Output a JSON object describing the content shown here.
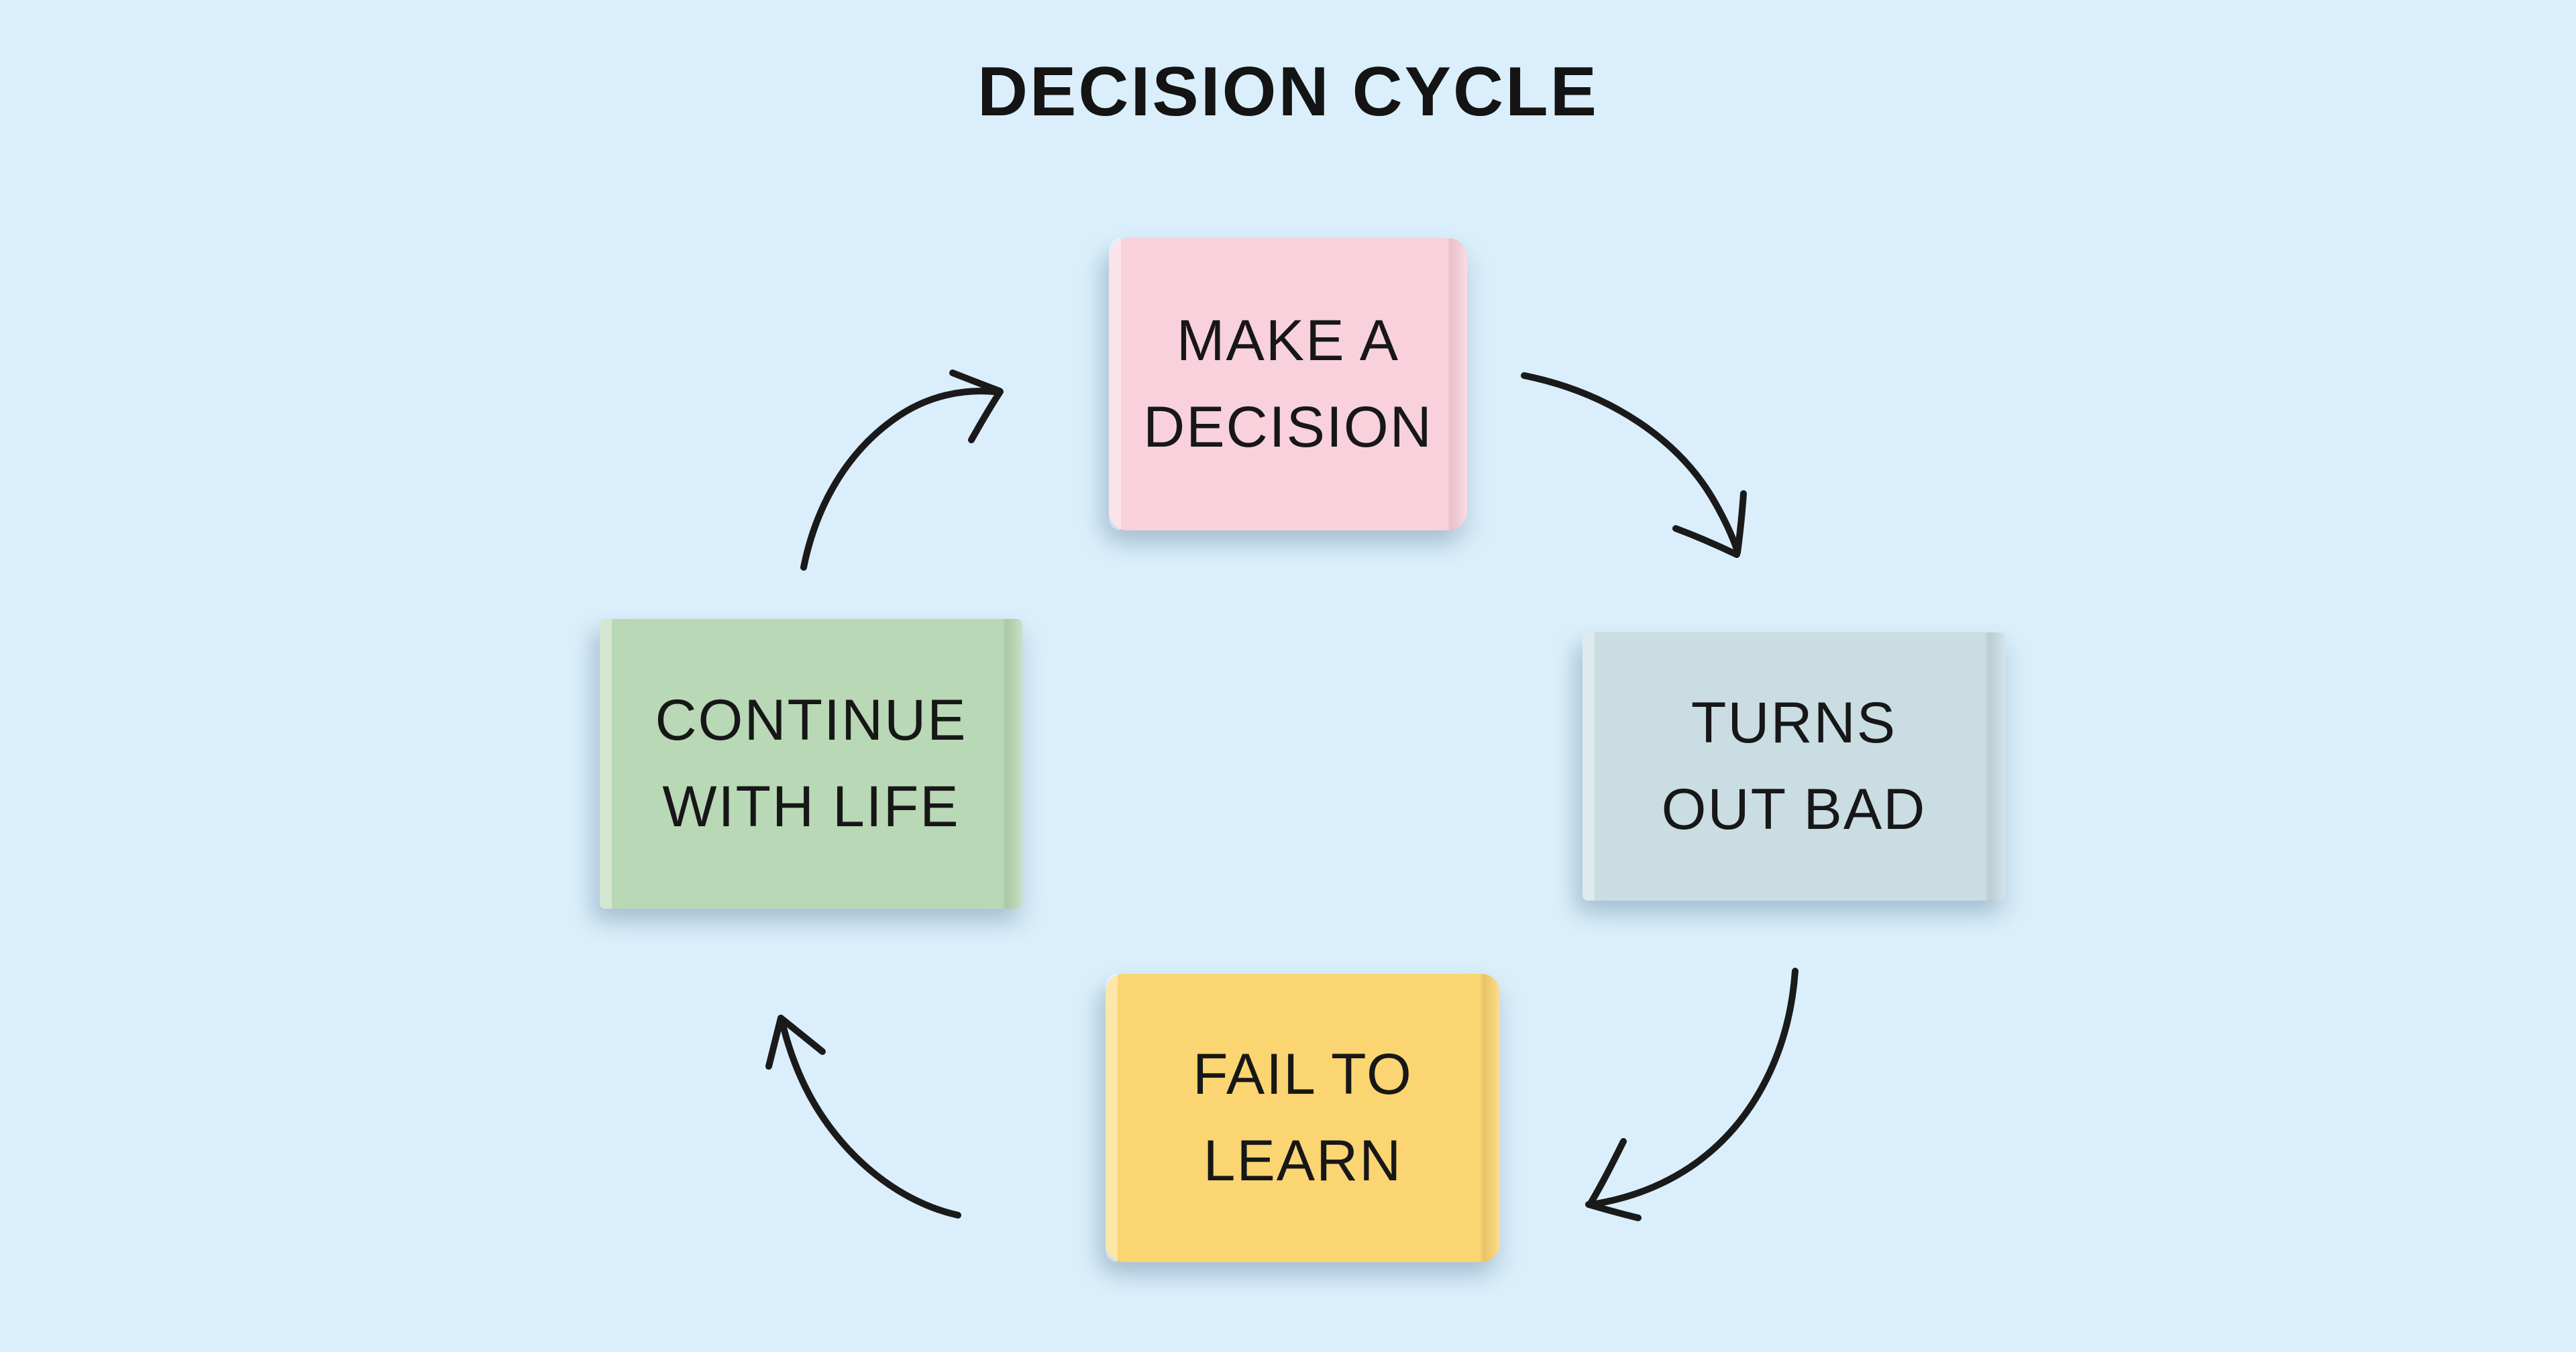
{
  "title": "DECISION CYCLE",
  "colors": {
    "background": "#daeffb",
    "text": "#171717",
    "arrow": "#1a1a1a",
    "note_pink": "#f8d1dc",
    "note_blue": "#c9dde3",
    "note_yellow": "#fbd571",
    "note_green": "#b9d8b6"
  },
  "notes": [
    {
      "id": "make-a-decision",
      "label": "MAKE A DECISION",
      "lines": [
        "MAKE A",
        "DECISION"
      ],
      "color": "#f8d1dc",
      "position": "top"
    },
    {
      "id": "turns-out-bad",
      "label": "TURNS OUT BAD",
      "lines": [
        "TURNS",
        "OUT BAD"
      ],
      "color": "#c9dde3",
      "position": "right"
    },
    {
      "id": "fail-to-learn",
      "label": "FAIL TO LEARN",
      "lines": [
        "FAIL TO",
        "LEARN"
      ],
      "color": "#fbd571",
      "position": "bottom"
    },
    {
      "id": "continue-with-life",
      "label": "CONTINUE WITH LIFE",
      "lines": [
        "CONTINUE",
        "WITH LIFE"
      ],
      "color": "#b9d8b6",
      "position": "left"
    }
  ],
  "arrows": [
    {
      "from": "make-a-decision",
      "to": "turns-out-bad"
    },
    {
      "from": "turns-out-bad",
      "to": "fail-to-learn"
    },
    {
      "from": "fail-to-learn",
      "to": "continue-with-life"
    },
    {
      "from": "continue-with-life",
      "to": "make-a-decision"
    }
  ]
}
